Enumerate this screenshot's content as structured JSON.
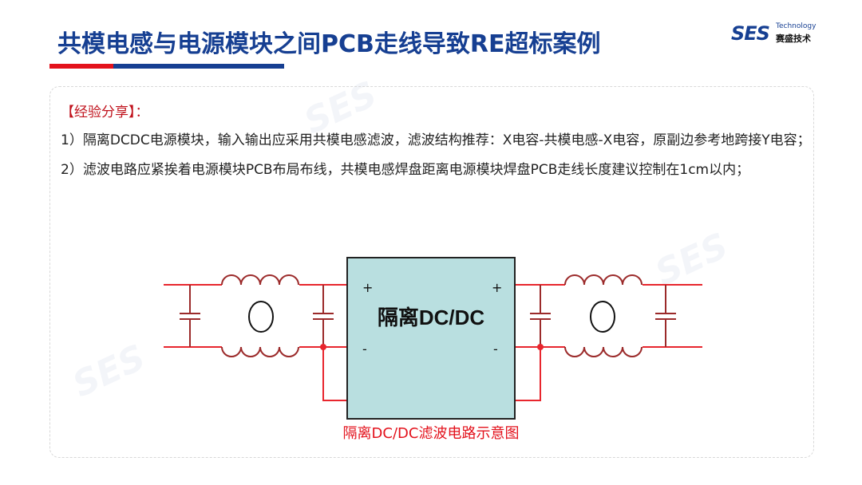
{
  "header": {
    "title": "共模电感与电源模块之间PCB走线导致RE超标案例",
    "logo": {
      "brand": "SES",
      "sub_en": "Technology",
      "sub_cn": "赛盛技术"
    }
  },
  "content": {
    "heading": "【经验分享】：",
    "paragraphs": [
      "1）隔离DCDC电源模块，输入输出应采用共模电感滤波，滤波结构推荐：X电容-共模电感-X电容，原副边参考地跨接Y电容；2）滤波电路应紧挨着电源模块PCB布局布线，共模电感焊盘距离电源模块焊盘PCB走线长度建议控制在1cm以内；"
    ]
  },
  "diagram": {
    "module_label": "隔离DC/DC",
    "plus": "+",
    "minus": "-",
    "caption": "隔离DC/DC滤波电路示意图"
  },
  "colors": {
    "title_blue": "#163f92",
    "accent_red": "#e3121c",
    "module_fill": "#b9dfe0",
    "wire_red": "#e8262e",
    "component_brown": "#9b2a2a"
  }
}
